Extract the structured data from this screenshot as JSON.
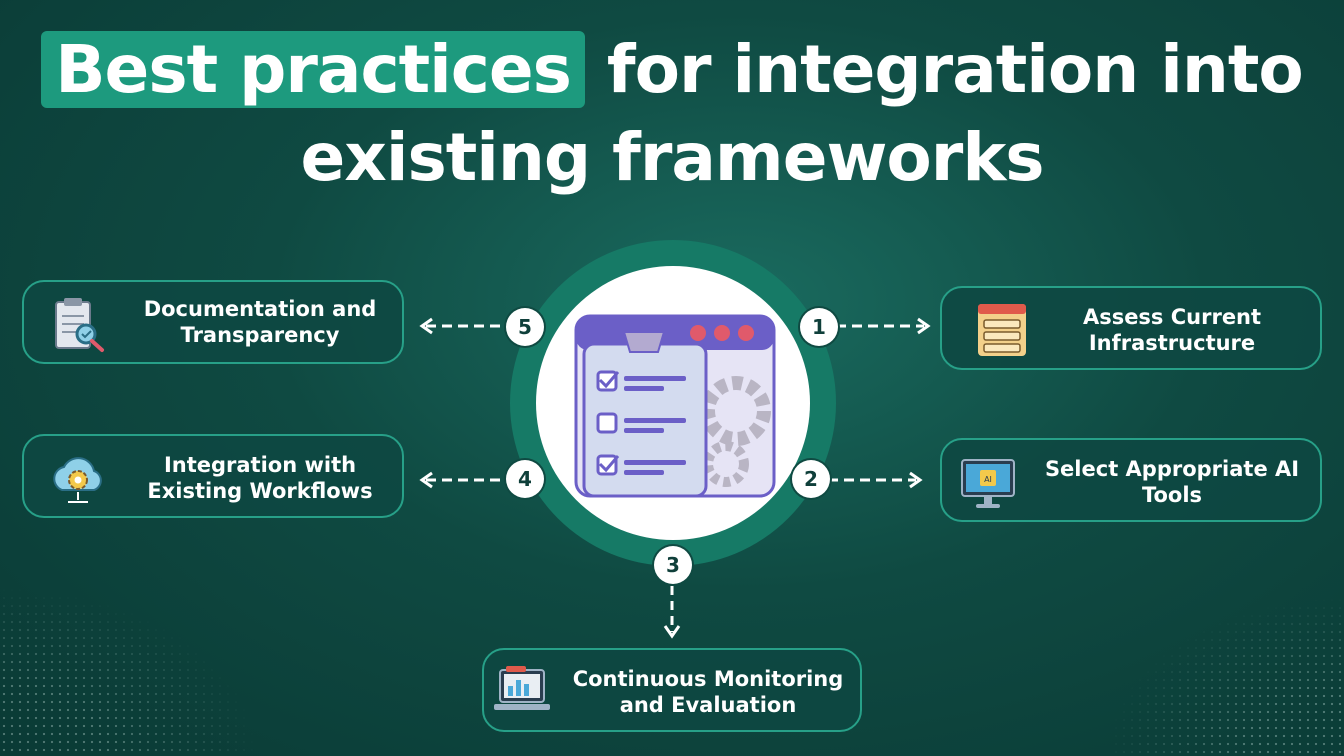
{
  "title": {
    "highlight": "Best practices",
    "line1_rest": "for integration into",
    "line2": "existing frameworks"
  },
  "hub": {
    "icon": "checklist-window-icon"
  },
  "steps": [
    {
      "number": "1",
      "label": "Assess Current Infrastructure",
      "icon": "server-rack-icon"
    },
    {
      "number": "2",
      "label": "Select Appropriate AI Tools",
      "icon": "ai-monitor-icon"
    },
    {
      "number": "3",
      "label": "Continuous Monitoring and Evaluation",
      "icon": "laptop-analytics-icon"
    },
    {
      "number": "4",
      "label": "Integration with Existing Workflows",
      "icon": "cloud-gear-icon"
    },
    {
      "number": "5",
      "label": "Documentation and Transparency",
      "icon": "clipboard-search-icon"
    }
  ],
  "colors": {
    "accent": "#1d9a7e",
    "background": "#0f4a42",
    "card_border": "#27a088"
  }
}
